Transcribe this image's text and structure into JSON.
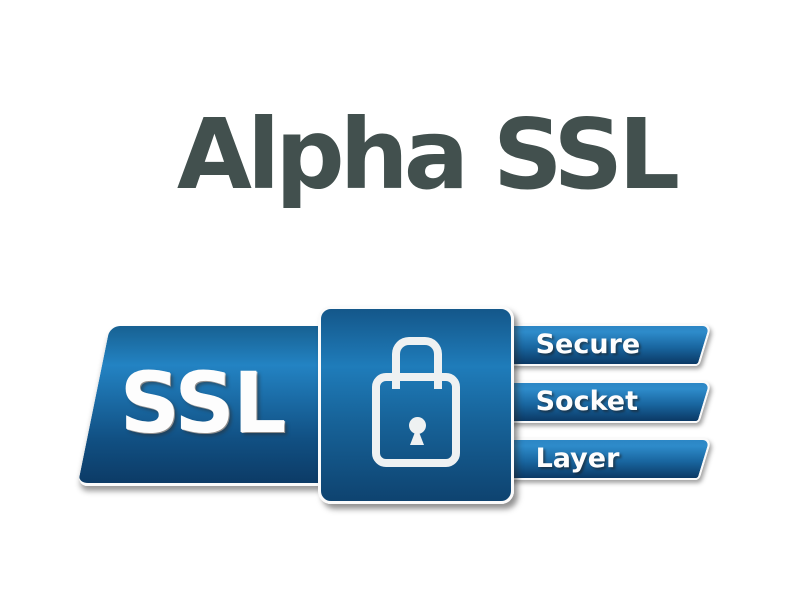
{
  "title": {
    "text": "Alpha SSL",
    "color": "#42504e"
  },
  "banner": {
    "ssl_label": "SSL",
    "icon": "padlock-icon",
    "bars": [
      {
        "label": "Secure"
      },
      {
        "label": "Socket"
      },
      {
        "label": "Layer"
      }
    ],
    "colors": {
      "blue_light": "#2383c3",
      "blue_mid": "#1966a0",
      "blue_dark": "#0c3b66",
      "label_color": "#fdfdfd",
      "title_color": "#42504e"
    }
  }
}
